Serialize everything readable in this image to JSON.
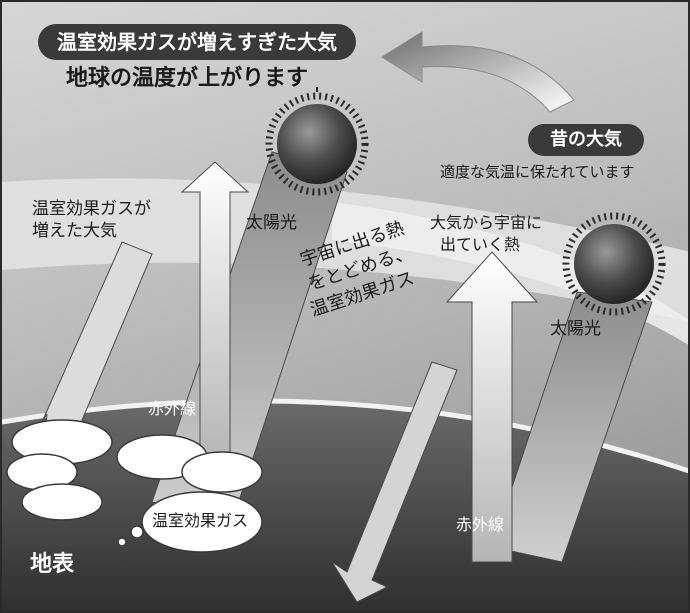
{
  "header": {
    "title_badge": "温室効果ガスが増えすぎた大気",
    "subtitle": "地球の温度が上がります"
  },
  "past": {
    "badge": "昔の大気",
    "caption": "適度な気温に保たれています"
  },
  "labels": {
    "ghg_increased_atmosphere_line1": "温室効果ガスが",
    "ghg_increased_atmosphere_line2": "増えた大気",
    "sunlight_left": "太陽光",
    "sunlight_right": "太陽光",
    "infrared_left": "赤外線",
    "infrared_right": "赤外線",
    "heat_to_space_line1": "大気から宇宙に",
    "heat_to_space_line2": "出ていく熱",
    "ghg_trap_line1": "宇宙に出る熱",
    "ghg_trap_line2": "をとどめる、",
    "ghg_trap_line3": "温室効果ガス",
    "cloud_label": "温室効果ガス",
    "ground": "地表"
  },
  "colors": {
    "badge_fill": "#3a3a3a",
    "sun_core": "#2b2b2b",
    "beam_fill": "#8a8a8a",
    "background_sky": "#c9c9c9"
  },
  "icons": [
    "sun-icon",
    "sun-icon",
    "cloud-icon",
    "curved-arrow-icon"
  ]
}
